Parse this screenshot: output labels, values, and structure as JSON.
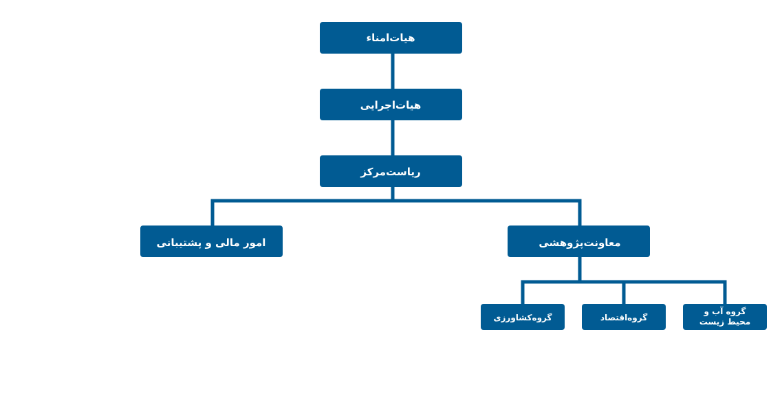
{
  "org_chart": {
    "colors": {
      "box": "#015b93",
      "line": "#015b93",
      "text": "#ffffff"
    },
    "nodes": {
      "board_of_trustees": "هیات‌امناء",
      "executive_board": "هیات‌اجرایی",
      "center_presidency": "ریاست‌مرکز",
      "finance_support": "امور مالی و پشتیبانی",
      "research_deputy": "معاونت‌پژوهشی",
      "group_agriculture": "گروه‌کشاورزی",
      "group_economics": "گروه‌اقتصاد",
      "group_water_env_line1": "گروه آب و",
      "group_water_env_line2": "محیط زیست"
    }
  }
}
